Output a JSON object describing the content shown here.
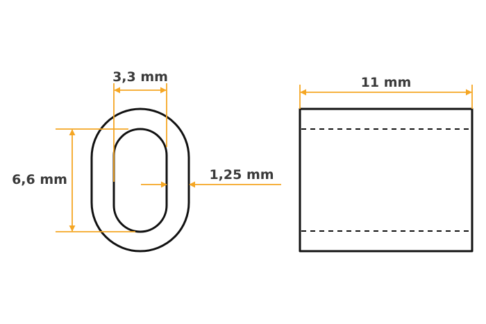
{
  "colors": {
    "accent": "#f5a623",
    "line": "#111111",
    "text": "#3a3a3a",
    "background": "#ffffff"
  },
  "dimensions": {
    "inner_width": "3,3 mm",
    "inner_height": "6,6 mm",
    "wall_thickness": "1,25 mm",
    "length": "11 mm"
  }
}
